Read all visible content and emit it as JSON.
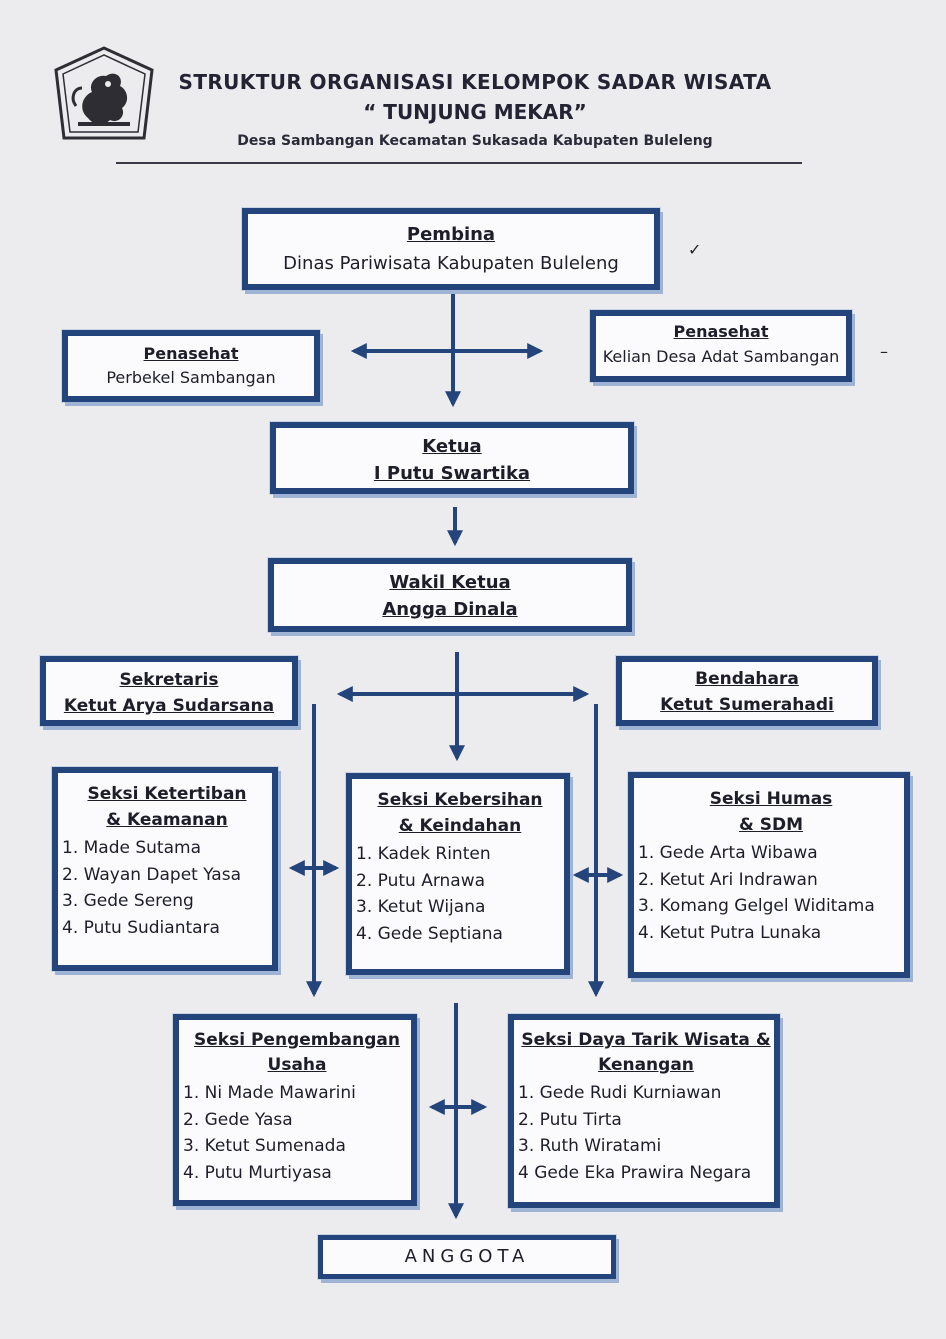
{
  "header": {
    "title_line1": "STRUKTUR ORGANISASI KELOMPOK SADAR WISATA",
    "title_line2": "“ TUNJUNG MEKAR”",
    "subtitle": "Desa Sambangan Kecamatan Sukasada Kabupaten Buleleng"
  },
  "nodes": {
    "pembina": {
      "role": "Pembina",
      "name": "Dinas Pariwisata Kabupaten Buleleng"
    },
    "penasehat_left": {
      "role": "Penasehat",
      "name": "Perbekel Sambangan"
    },
    "penasehat_right": {
      "role": "Penasehat",
      "name": "Kelian Desa Adat Sambangan"
    },
    "ketua": {
      "role": "Ketua",
      "name": "I Putu Swartika"
    },
    "wakil_ketua": {
      "role": "Wakil Ketua",
      "name": "Angga Dinala"
    },
    "sekretaris": {
      "role": "Sekretaris",
      "name": "Ketut Arya Sudarsana"
    },
    "bendahara": {
      "role": "Bendahara",
      "name": "Ketut Sumerahadi"
    },
    "seksi_ketertiban": {
      "title_line1": "Seksi Ketertiban",
      "title_line2": "& Keamanan",
      "members": [
        "1. Made Sutama",
        "2. Wayan Dapet Yasa",
        "3. Gede Sereng",
        "4. Putu Sudiantara"
      ]
    },
    "seksi_kebersihan": {
      "title_line1": "Seksi Kebersihan",
      "title_line2": "& Keindahan",
      "members": [
        "1. Kadek Rinten",
        "2. Putu Arnawa",
        "3. Ketut Wijana",
        "4. Gede Septiana"
      ]
    },
    "seksi_humas": {
      "title_line1": "Seksi Humas",
      "title_line2": "& SDM",
      "members": [
        "1. Gede Arta Wibawa",
        "2. Ketut Ari Indrawan",
        "3. Komang Gelgel Widitama",
        "4. Ketut Putra Lunaka"
      ]
    },
    "seksi_pengembangan": {
      "title_line1": "Seksi Pengembangan",
      "title_line2": "Usaha",
      "members": [
        "1. Ni Made Mawarini",
        "2. Gede Yasa",
        "3. Ketut Sumenada",
        "4. Putu Murtiyasa"
      ]
    },
    "seksi_daya_tarik": {
      "title_line1": "Seksi Daya Tarik Wisata  &",
      "title_line2": "Kenangan",
      "members": [
        "1. Gede Rudi Kurniawan",
        "2. Putu Tirta",
        "3. Ruth Wiratami",
        "4 Gede Eka Prawira Negara"
      ]
    },
    "anggota": {
      "label": "ANGGOTA"
    }
  },
  "colors": {
    "box_border": "#24457c",
    "box_shadow": "#9fb4d4",
    "connector": "#24457c",
    "paper": "#ececef"
  },
  "icons": {
    "logo": "buleleng-regency-crest-icon"
  }
}
